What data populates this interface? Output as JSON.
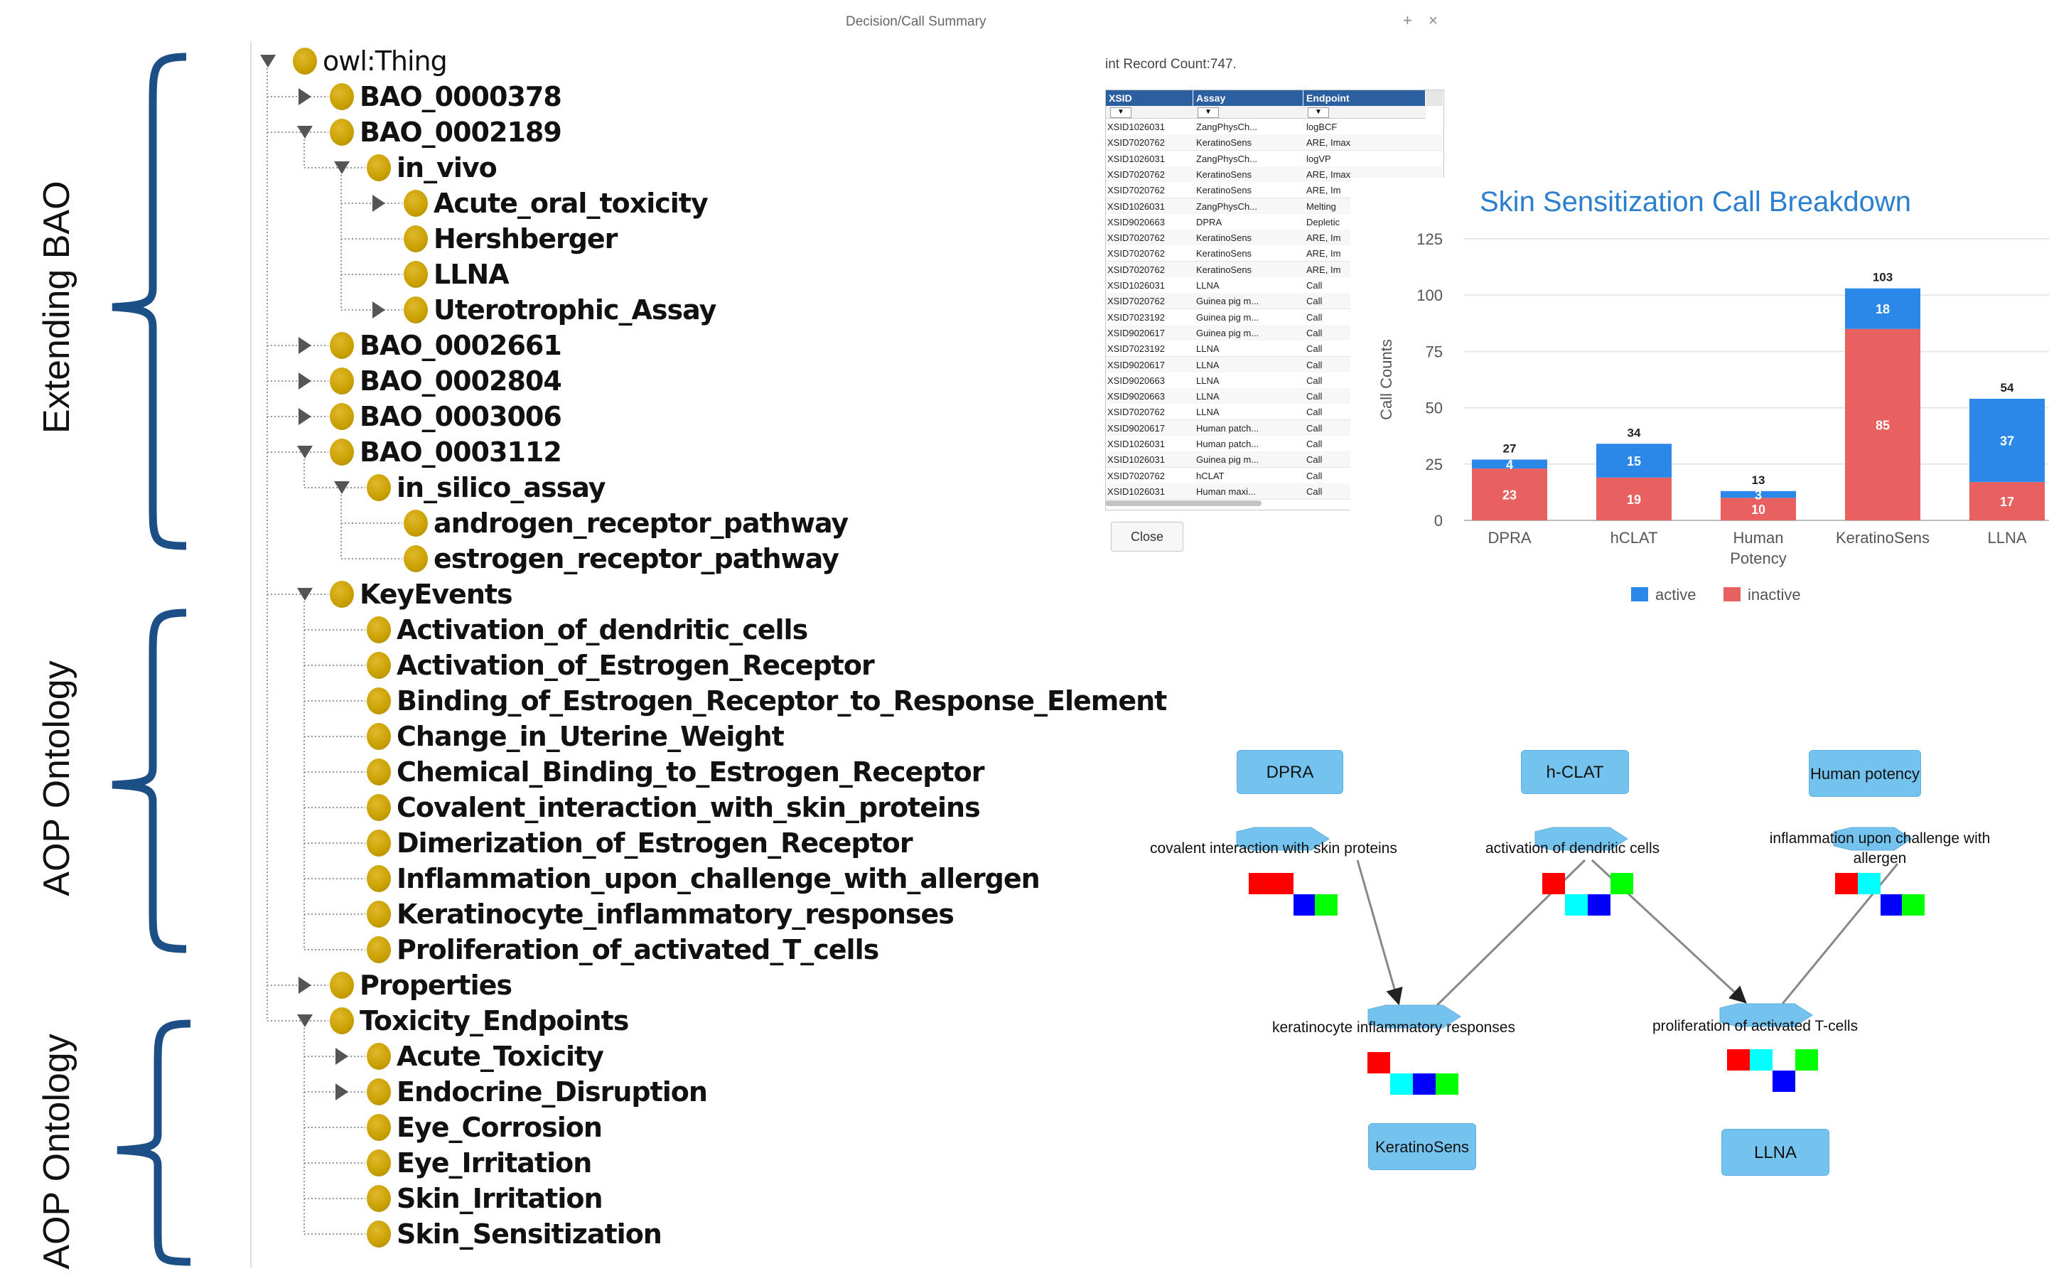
{
  "side_labels": {
    "top": "Extending BAO",
    "middle": "AOP Ontology",
    "bottom": "AOP Ontology"
  },
  "tree": {
    "nodes": [
      {
        "label": "owl:Thing",
        "depth": 0,
        "toggle": "open"
      },
      {
        "label": "BAO_0000378",
        "depth": 1,
        "toggle": "closed"
      },
      {
        "label": "BAO_0002189",
        "depth": 1,
        "toggle": "open"
      },
      {
        "label": "in_vivo",
        "depth": 2,
        "toggle": "open"
      },
      {
        "label": "Acute_oral_toxicity",
        "depth": 3,
        "toggle": "closed"
      },
      {
        "label": "Hershberger",
        "depth": 3,
        "toggle": "none"
      },
      {
        "label": "LLNA",
        "depth": 3,
        "toggle": "none"
      },
      {
        "label": "Uterotrophic_Assay",
        "depth": 3,
        "toggle": "closed"
      },
      {
        "label": "BAO_0002661",
        "depth": 1,
        "toggle": "closed"
      },
      {
        "label": "BAO_0002804",
        "depth": 1,
        "toggle": "closed"
      },
      {
        "label": "BAO_0003006",
        "depth": 1,
        "toggle": "closed"
      },
      {
        "label": "BAO_0003112",
        "depth": 1,
        "toggle": "open"
      },
      {
        "label": "in_silico_assay",
        "depth": 2,
        "toggle": "open"
      },
      {
        "label": "androgen_receptor_pathway",
        "depth": 3,
        "toggle": "none"
      },
      {
        "label": "estrogen_receptor_pathway",
        "depth": 3,
        "toggle": "none"
      },
      {
        "label": "KeyEvents",
        "depth": 1,
        "toggle": "open"
      },
      {
        "label": "Activation_of_dendritic_cells",
        "depth": 2,
        "toggle": "none"
      },
      {
        "label": "Activation_of_Estrogen_Receptor",
        "depth": 2,
        "toggle": "none"
      },
      {
        "label": "Binding_of_Estrogen_Receptor_to_Response_Element",
        "depth": 2,
        "toggle": "none"
      },
      {
        "label": "Change_in_Uterine_Weight",
        "depth": 2,
        "toggle": "none"
      },
      {
        "label": "Chemical_Binding_to_Estrogen_Receptor",
        "depth": 2,
        "toggle": "none"
      },
      {
        "label": "Covalent_interaction_with_skin_proteins",
        "depth": 2,
        "toggle": "none"
      },
      {
        "label": "Dimerization_of_Estrogen_Receptor",
        "depth": 2,
        "toggle": "none"
      },
      {
        "label": "Inflammation_upon_challenge_with_allergen",
        "depth": 2,
        "toggle": "none"
      },
      {
        "label": "Keratinocyte_inflammatory_responses",
        "depth": 2,
        "toggle": "none"
      },
      {
        "label": "Proliferation_of_activated_T_cells",
        "depth": 2,
        "toggle": "none"
      },
      {
        "label": "Properties",
        "depth": 1,
        "toggle": "closed"
      },
      {
        "label": "Toxicity_Endpoints",
        "depth": 1,
        "toggle": "open"
      },
      {
        "label": "Acute_Toxicity",
        "depth": 2,
        "toggle": "closed"
      },
      {
        "label": "Endocrine_Disruption",
        "depth": 2,
        "toggle": "closed"
      },
      {
        "label": "Eye_Corrosion",
        "depth": 2,
        "toggle": "none"
      },
      {
        "label": "Eye_Irritation",
        "depth": 2,
        "toggle": "none"
      },
      {
        "label": "Skin_Irritation",
        "depth": 2,
        "toggle": "none"
      },
      {
        "label": "Skin_Sensitization",
        "depth": 2,
        "toggle": "none"
      }
    ]
  },
  "dialog": {
    "title": "Decision/Call Summary",
    "plus": "+",
    "close_x": "×",
    "record_count": "int Record Count:747.",
    "close_label": "Close",
    "columns": [
      "XSID",
      "Assay",
      "Endpoint"
    ],
    "rows": [
      [
        "XSID1026031",
        "ZangPhysCh...",
        "logBCF"
      ],
      [
        "XSID7020762",
        "KeratinoSens",
        "ARE, Imax"
      ],
      [
        "XSID1026031",
        "ZangPhysCh...",
        "logVP"
      ],
      [
        "XSID7020762",
        "KeratinoSens",
        "ARE, Imax"
      ],
      [
        "XSID7020762",
        "KeratinoSens",
        "ARE, Im"
      ],
      [
        "XSID1026031",
        "ZangPhysCh...",
        "Melting"
      ],
      [
        "XSID9020663",
        "DPRA",
        "Depletic"
      ],
      [
        "XSID7020762",
        "KeratinoSens",
        "ARE, Im"
      ],
      [
        "XSID7020762",
        "KeratinoSens",
        "ARE, Im"
      ],
      [
        "XSID7020762",
        "KeratinoSens",
        "ARE, Im"
      ],
      [
        "XSID1026031",
        "LLNA",
        "Call"
      ],
      [
        "XSID7020762",
        "Guinea pig m...",
        "Call"
      ],
      [
        "XSID7023192",
        "Guinea pig m...",
        "Call"
      ],
      [
        "XSID9020617",
        "Guinea pig m...",
        "Call"
      ],
      [
        "XSID7023192",
        "LLNA",
        "Call"
      ],
      [
        "XSID9020617",
        "LLNA",
        "Call"
      ],
      [
        "XSID9020663",
        "LLNA",
        "Call"
      ],
      [
        "XSID9020663",
        "LLNA",
        "Call"
      ],
      [
        "XSID7020762",
        "LLNA",
        "Call"
      ],
      [
        "XSID9020617",
        "Human patch...",
        "Call"
      ],
      [
        "XSID1026031",
        "Human patch...",
        "Call"
      ],
      [
        "XSID1026031",
        "Guinea pig m...",
        "Call"
      ],
      [
        "XSID7020762",
        "hCLAT",
        "Call"
      ],
      [
        "XSID1026031",
        "Human maxi...",
        "Call"
      ]
    ],
    "filter_glyph": "▼"
  },
  "chart_data": {
    "type": "bar",
    "title": "Skin Sensitization Call Breakdown",
    "ylabel": "Call Counts",
    "xlabel": "",
    "categories": [
      "DPRA",
      "hCLAT",
      "Human Potency",
      "KeratinoSens",
      "LLNA"
    ],
    "category_lines": [
      [
        "DPRA"
      ],
      [
        "hCLAT"
      ],
      [
        "Human",
        "Potency"
      ],
      [
        "KeratinoSens"
      ],
      [
        "LLNA"
      ]
    ],
    "series": [
      {
        "name": "inactive",
        "color": "#e8605f",
        "values": [
          23,
          19,
          10,
          85,
          17
        ]
      },
      {
        "name": "active",
        "color": "#2b88e8",
        "values": [
          4,
          15,
          3,
          18,
          37
        ]
      }
    ],
    "totals": [
      27,
      34,
      13,
      103,
      54
    ],
    "ylim": [
      0,
      125
    ],
    "yticks": [
      0,
      25,
      50,
      75,
      100,
      125
    ],
    "legend": "bottom",
    "stacked": true
  },
  "network": {
    "assay_nodes": [
      "DPRA",
      "h-CLAT",
      "Human potency",
      "KeratinoSens",
      "LLNA"
    ],
    "event_labels": [
      "covalent interaction with skin proteins",
      "activation of dendritic cells",
      "inflammation upon challenge with allergen",
      "keratinocyte inflammatory responses",
      "proliferation of activated T-cells"
    ],
    "square_colors": [
      "#ff0000",
      "#00ffff",
      "#0000ff",
      "#00ff00"
    ],
    "node_color": "#74c3ef"
  }
}
